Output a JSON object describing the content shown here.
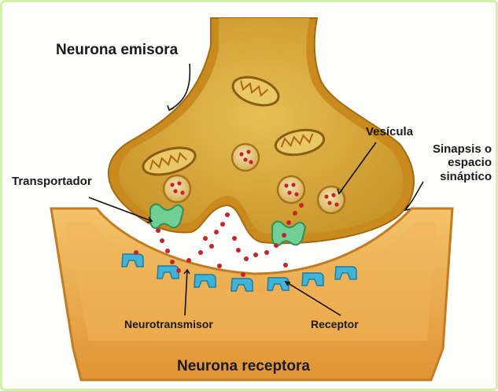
{
  "labels": {
    "emisora": "Neurona emisora",
    "receptora": "Neurona receptora",
    "vesicula": "Vesícula",
    "sinapsis_1": "Sinapsis o",
    "sinapsis_2": "espacio",
    "sinapsis_3": "sináptico",
    "transportador": "Transportador",
    "neurotransmisor": "Neurotransmisor",
    "receptor": "Receptor"
  },
  "colors": {
    "membrane_outer": "#c98a1e",
    "cytoplasm": "#d9a531",
    "receptor_cell": "#e8a340",
    "neurotransmitter": "#c8232c",
    "receptor": "#3fb3d8",
    "transporter": "#6fcf94"
  }
}
